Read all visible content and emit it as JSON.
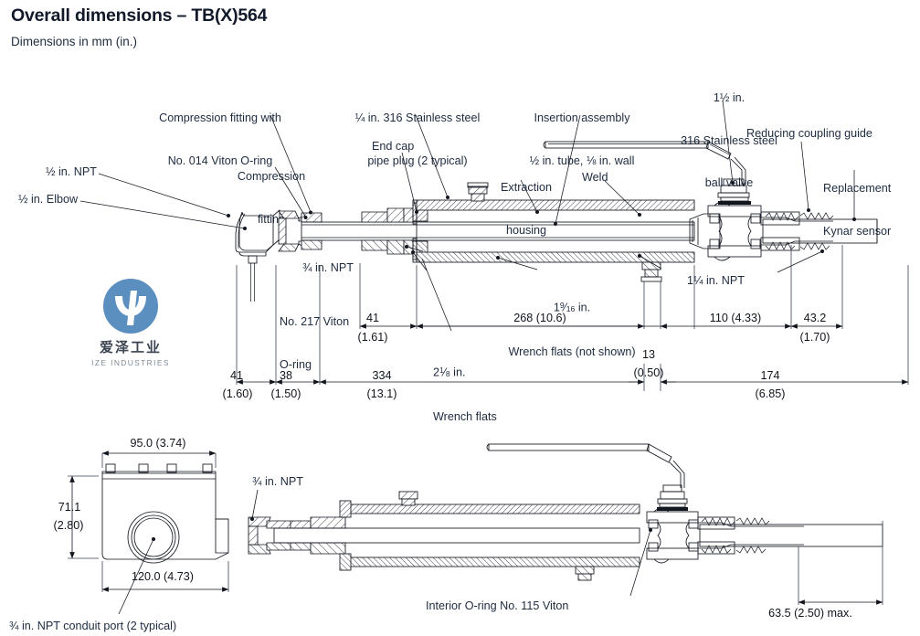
{
  "header": {
    "title": "Overall dimensions – TB(X)564",
    "subtitle": "Dimensions in mm (in.)"
  },
  "watermark": {
    "chinese": "爱泽工业",
    "english": "IZE INDUSTRIES",
    "brand_color": "#5b8fc0"
  },
  "colors": {
    "text": "#1d2b3f",
    "title": "#12192a",
    "line": "#12161f",
    "background": "#ffffff"
  },
  "top_view": {
    "callouts": {
      "compression_fitting_oring_l1": "Compression fitting with",
      "compression_fitting_oring_l2": "No. 014 Viton O-ring",
      "compression_fitting_l1": "Compression",
      "compression_fitting_l2": "fitting",
      "half_npt": "½ in. NPT",
      "half_elbow": "½ in. Elbow",
      "pipe_plug_l1": "¼ in. 316 Stainless steel",
      "pipe_plug_l2": "pipe plug (2 typical)",
      "end_cap": "End cap",
      "extraction_housing_l1": "Extraction",
      "extraction_housing_l2": "housing",
      "insertion_assembly_l1": "Insertion assembly",
      "insertion_assembly_l2": "½ in. tube, ⅛ in. wall",
      "weld": "Weld",
      "ball_valve_l1": "1½ in.",
      "ball_valve_l2": "316 Stainless steel",
      "ball_valve_l3": "ball valve",
      "reducing_coupling_guide": "Reducing coupling guide",
      "replacement_sensor_l1": "Replacement",
      "replacement_sensor_l2": "Kynar sensor",
      "three_quarter_npt": "¾ in. NPT",
      "viton_oring_217_l1": "No. 217 Viton",
      "viton_oring_217_l2": "O-ring",
      "wrench_flats_hidden_num": "1",
      "wrench_flats_hidden_sup": "9",
      "wrench_flats_hidden_sub": "16",
      "wrench_flats_hidden_l1_tail": " in.",
      "wrench_flats_hidden_l2": "Wrench flats (not shown)",
      "wrench_flats_l1_num": "2",
      "wrench_flats_l1_sup": "1",
      "wrench_flats_l1_sub": "8",
      "wrench_flats_l1_tail": " in.",
      "wrench_flats_l2": "Wrench flats",
      "npt_125": "1¼ in. NPT"
    },
    "dimensions": {
      "d41_161_mm": "41",
      "d41_161_in": "(1.61)",
      "d268_mm_in": "268 (10.6)",
      "d110_mm_in": "110 (4.33)",
      "d43_mm": "43.2",
      "d43_in": "(1.70)",
      "d41_160_mm": "41",
      "d41_160_in": "(1.60)",
      "d38_mm": "38",
      "d38_in": "(1.50)",
      "d334_mm": "334",
      "d334_in": "(13.1)",
      "d13_mm": "13",
      "d13_in": "(0.50)",
      "d174_mm": "174",
      "d174_in": "(6.85)"
    }
  },
  "bottom_view": {
    "callouts": {
      "three_quarter_npt": "¾ in. NPT",
      "conduit_port": "¾ in. NPT conduit port (2 typical)",
      "interior_oring": "Interior O-ring No. 115 Viton"
    },
    "dimensions": {
      "w95": "95.0 (3.74)",
      "h71_mm": "71.1",
      "h71_in": "(2.80)",
      "w120": "120.0 (4.73)",
      "d63_max": "63.5 (2.50) max."
    }
  }
}
